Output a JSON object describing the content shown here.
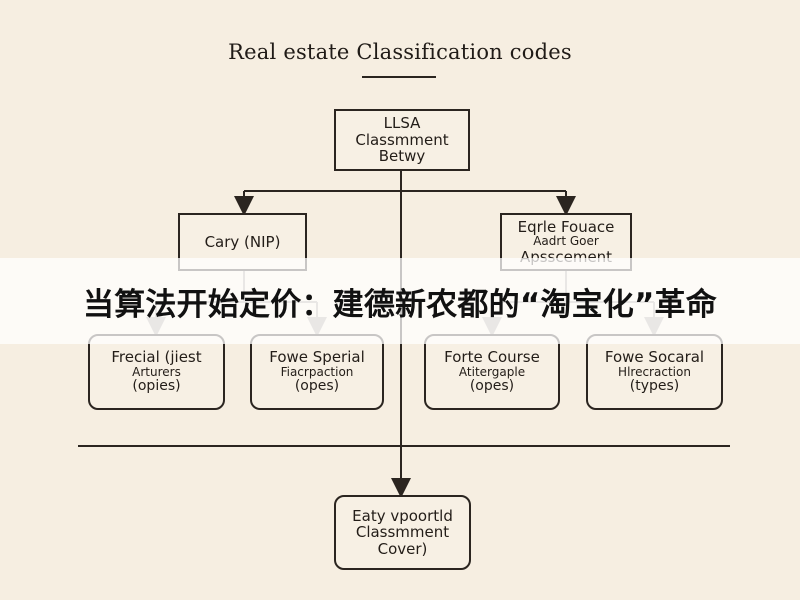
{
  "diagram": {
    "title": "Real estate Classification codes",
    "nodes": {
      "root": [
        "LLSA",
        "Classmment",
        "Betwy"
      ],
      "left_parent": [
        "Cary (NIP)"
      ],
      "right_parent": [
        "Eqrle Fouace",
        "Aadrt Goer",
        "Apsscement"
      ],
      "child1": [
        "Frecial (jiest",
        "Arturers",
        "(opies)"
      ],
      "child2": [
        "Fowe Sperial",
        "Fiacrpaction",
        "(opes)"
      ],
      "child3": [
        "Forte Course",
        "Atitergaple",
        "(opes)"
      ],
      "child4": [
        "Fowe Socaral",
        "Hlrecraction",
        "(types)"
      ],
      "bottom": [
        "Eaty vpoortld",
        "Classmment",
        "Cover)"
      ]
    }
  },
  "banner": {
    "text": "当算法开始定价：建德新农都的“淘宝化”革命"
  }
}
